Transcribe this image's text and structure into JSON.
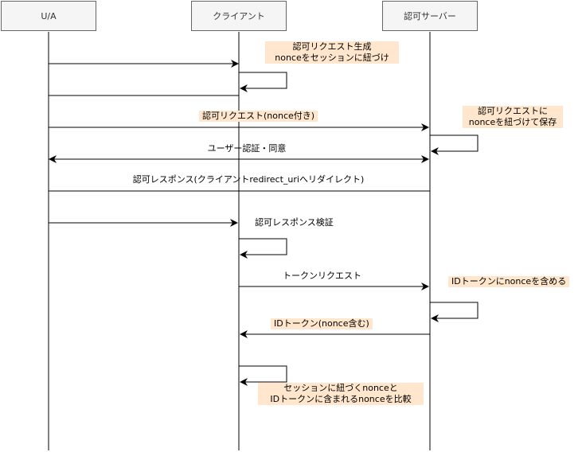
{
  "actors": {
    "ua": "U/A",
    "client": "クライアント",
    "auth_server": "認可サーバー"
  },
  "notes": {
    "auth_request_create": "認可リクエスト生成\nnonceをセッションに紐づけ",
    "auth_request_bind": "認可リクエストに\nnonceを紐づけて保存",
    "id_token_include": "IDトークンにnonceを含める",
    "compare": "セッションに紐づくnonceと\nIDトークンに含まれるnonceを比較"
  },
  "messages": {
    "auth_request": "認可リクエスト(nonce付き)",
    "user_auth": "ユーザー認証・同意",
    "auth_response": "認可レスポンス(クライアントredirect_uriへリダイレクト)",
    "auth_response_verify": "認可レスポンス検証",
    "token_request": "トークンリクエスト",
    "id_token_response": "IDトークン(nonce含む)"
  },
  "colors": {
    "highlight": "#ffe6cc",
    "actor_fill": "#f5f5f5",
    "actor_border": "#666666",
    "line": "#000000"
  }
}
